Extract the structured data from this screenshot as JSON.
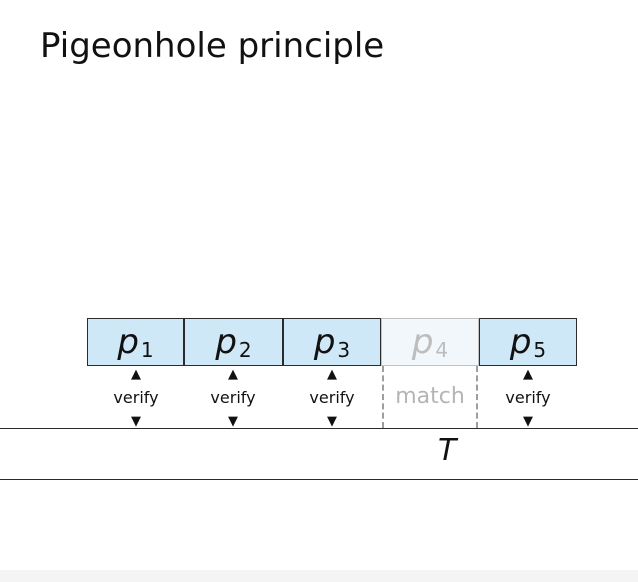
{
  "title": "Pigeonhole principle",
  "partitions": [
    {
      "base": "p",
      "sub": "1",
      "state": "verify"
    },
    {
      "base": "p",
      "sub": "2",
      "state": "verify"
    },
    {
      "base": "p",
      "sub": "3",
      "state": "verify"
    },
    {
      "base": "p",
      "sub": "4",
      "state": "match"
    },
    {
      "base": "p",
      "sub": "5",
      "state": "verify"
    }
  ],
  "labels": {
    "verify": "verify",
    "match": "match"
  },
  "text_label": "T",
  "colors": {
    "partition_fill": "#cfe8f7",
    "partition_faded_fill": "#f1f7fb",
    "faded_text": "#bdbdbd",
    "dashed": "#9e9e9e"
  }
}
